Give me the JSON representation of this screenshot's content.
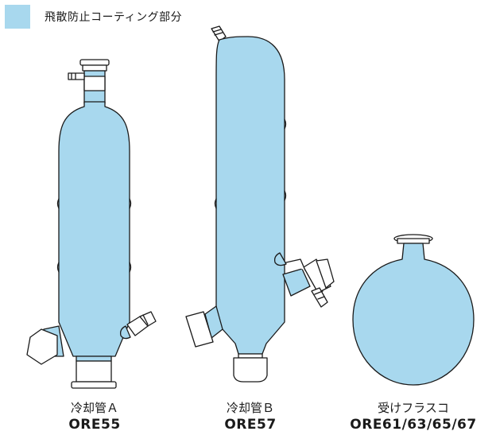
{
  "legend": {
    "label": "飛散防止コーティング部分",
    "color": "#a8d8ee"
  },
  "colors": {
    "coating": "#a8d8ee",
    "glass": "#ffffff",
    "outline": "#1a1a1a"
  },
  "parts": [
    {
      "name": "冷却管Ａ",
      "code": "ORE55"
    },
    {
      "name": "冷却管Ｂ",
      "code": "ORE57"
    },
    {
      "name": "受けフラスコ",
      "code": "ORE61/63/65/67"
    }
  ]
}
